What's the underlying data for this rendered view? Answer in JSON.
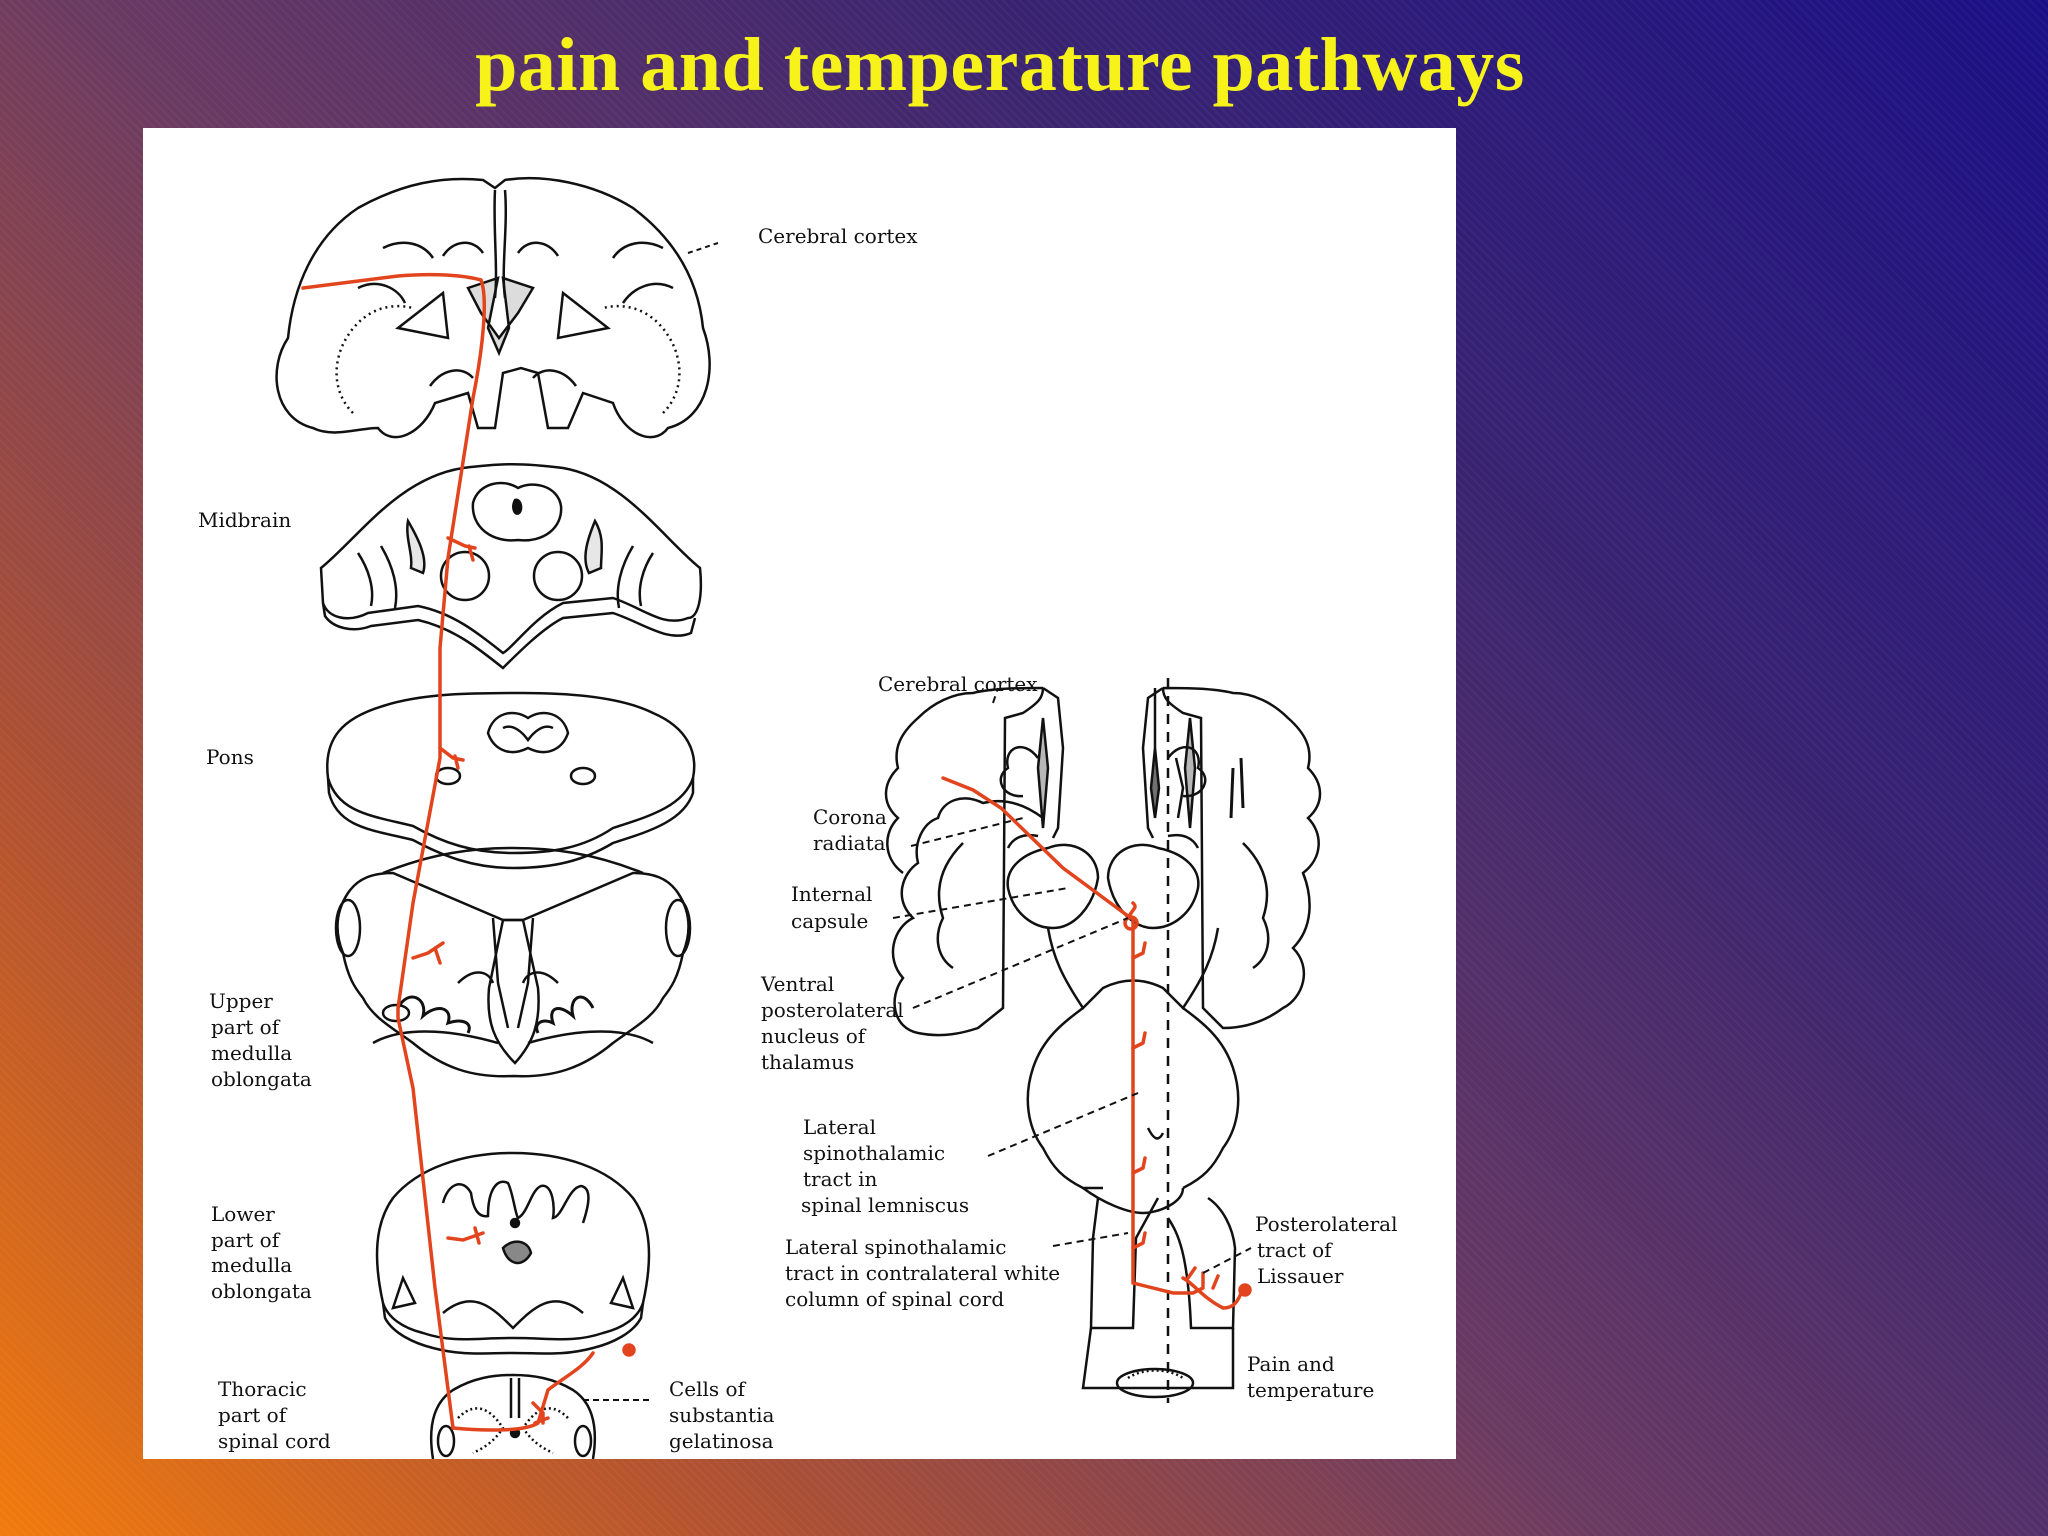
{
  "title": "pain and temperature pathways",
  "left_panel": {
    "cerebral_cortex": "Cerebral cortex",
    "midbrain": "Midbrain",
    "pons": "Pons",
    "upper_medulla": [
      "Upper",
      "part of",
      "medulla",
      "oblongata"
    ],
    "lower_medulla": [
      "Lower",
      "part of",
      "medulla",
      "oblongata"
    ],
    "thoracic": [
      "Thoracic",
      "part of",
      "spinal cord"
    ],
    "substantia": [
      "Cells of",
      "substantia",
      "gelatinosa"
    ]
  },
  "right_panel": {
    "cerebral_cortex": "Cerebral cortex",
    "corona_radiata": [
      "Corona",
      "radiata"
    ],
    "internal_capsule": [
      "Internal",
      "capsule"
    ],
    "vpl": [
      "Ventral",
      "posterolateral",
      "nucleus of",
      "thalamus"
    ],
    "lateral_st_lemniscus": [
      "Lateral",
      "spinothalamic",
      "tract in",
      "spinal lemniscus"
    ],
    "lateral_st_white": [
      "Lateral spinothalamic",
      "tract in contralateral white",
      "column of spinal cord"
    ],
    "lissauer": [
      "Posterolateral",
      "tract of",
      "Lissauer"
    ],
    "pain_temp": [
      "Pain and",
      "temperature"
    ]
  },
  "colors": {
    "pathway": "#e2451e",
    "title": "#f6f21a"
  }
}
